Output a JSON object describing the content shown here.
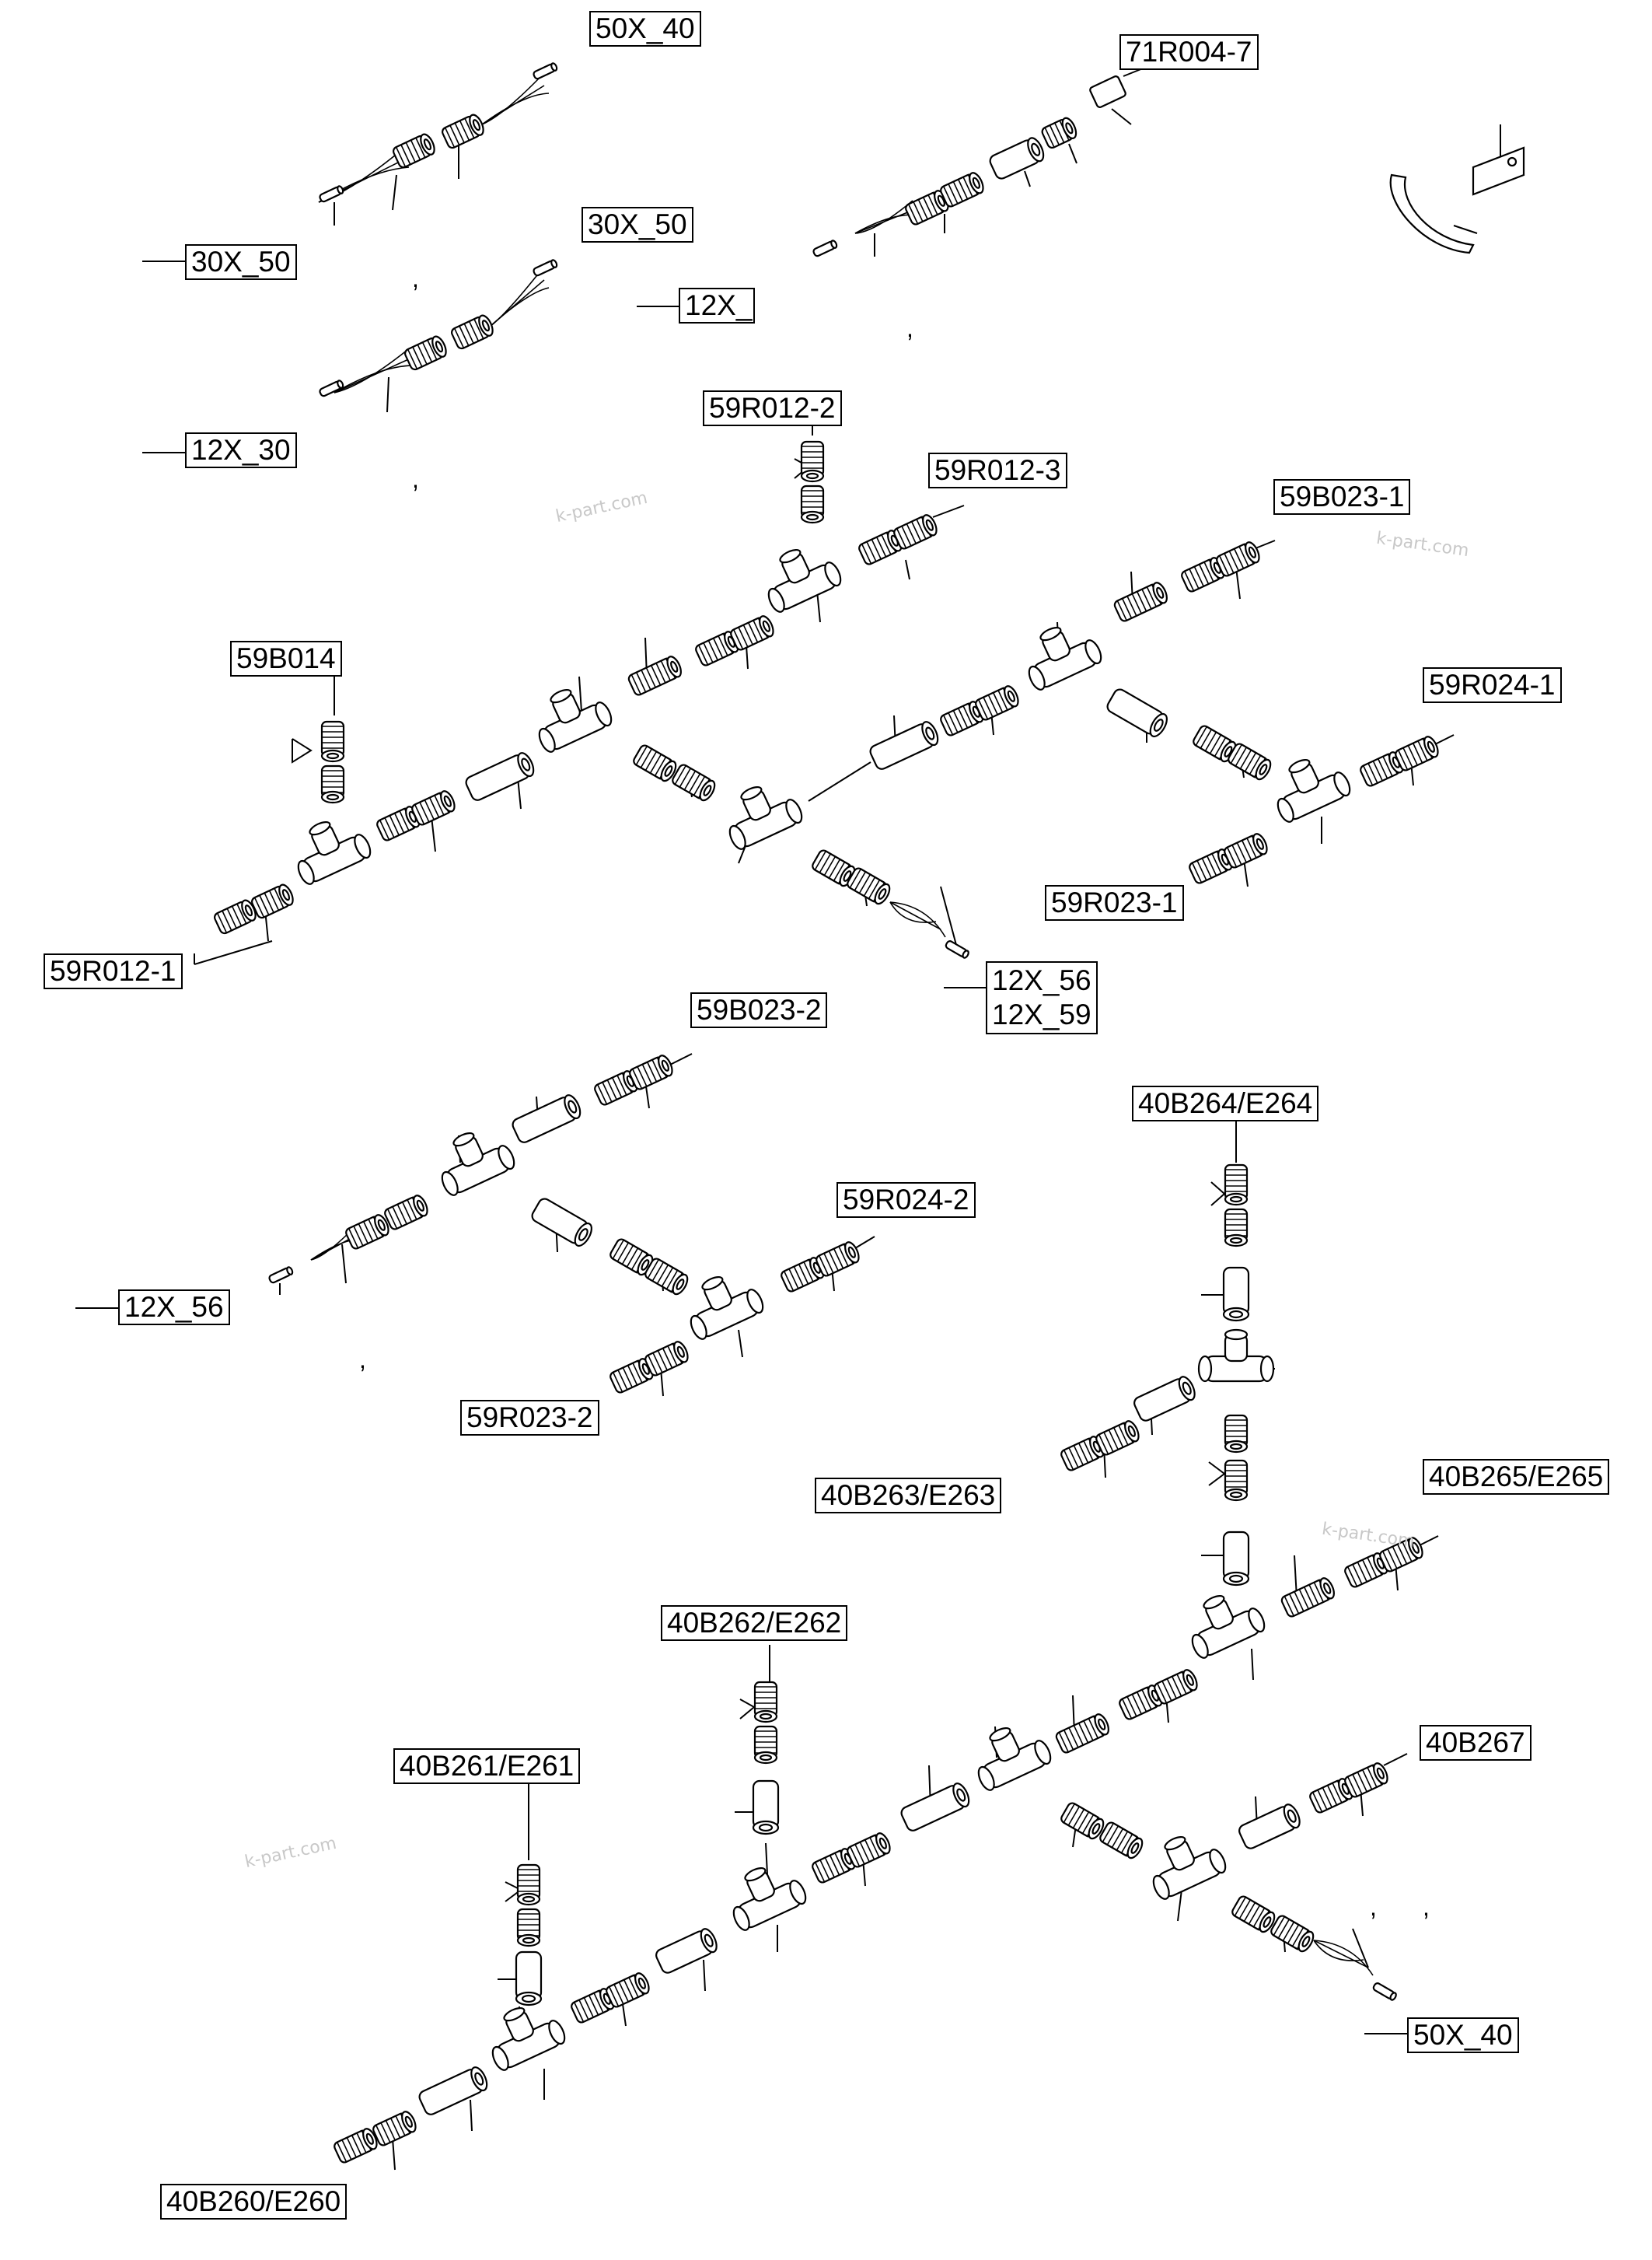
{
  "labels": {
    "l50x40_top": "50X_40",
    "l71r004_7": "71R004-7",
    "l30x50_mid": "30X_50",
    "l30x50_left": "30X_50",
    "l12x_": "12X_",
    "l12x30": "12X_30",
    "l59r012_2": "59R012-2",
    "l59r012_3": "59R012-3",
    "l59b023_1": "59B023-1",
    "l59b014": "59B014",
    "l59r024_1": "59R024-1",
    "l59r023_1": "59R023-1",
    "l59r012_1": "59R012-1",
    "l12x56_a": "12X_56",
    "l12x59": "12X_59",
    "l59b023_2": "59B023-2",
    "l40b264": "40B264/E264",
    "l59r024_2": "59R024-2",
    "l12x56_b": "12X_56",
    "l59r023_2": "59R023-2",
    "l40b263": "40B263/E263",
    "l40b265": "40B265/E265",
    "l40b262": "40B262/E262",
    "l40b267": "40B267",
    "l40b261": "40B261/E261",
    "l50x40_bottom": "50X_40",
    "l40b260": "40B260/E260"
  },
  "watermarks": [
    "k-part.com",
    "k-part.com",
    "k-part.com",
    "k-part.com"
  ],
  "colors": {
    "line": "#000000",
    "background": "#ffffff",
    "watermark": "#c8c8c8"
  }
}
